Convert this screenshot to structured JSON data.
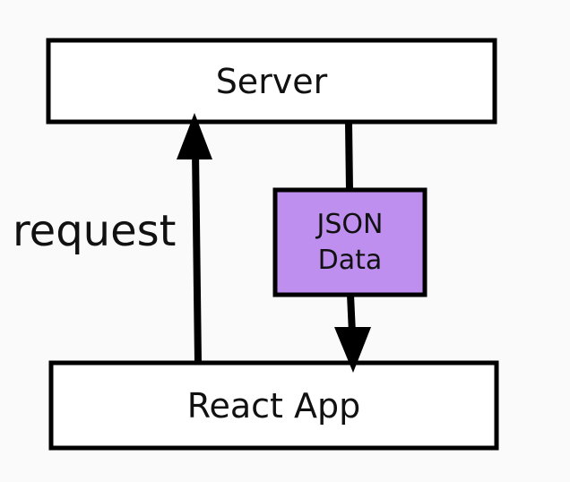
{
  "nodes": {
    "server": {
      "label": "Server"
    },
    "react_app": {
      "label": "React App"
    },
    "json_data": {
      "line1": "JSON",
      "line2": "Data"
    }
  },
  "edges": {
    "request": {
      "label": "request"
    }
  },
  "colors": {
    "background": "#fafafa",
    "stroke": "#000000",
    "json_fill": "#bf8ff0"
  }
}
